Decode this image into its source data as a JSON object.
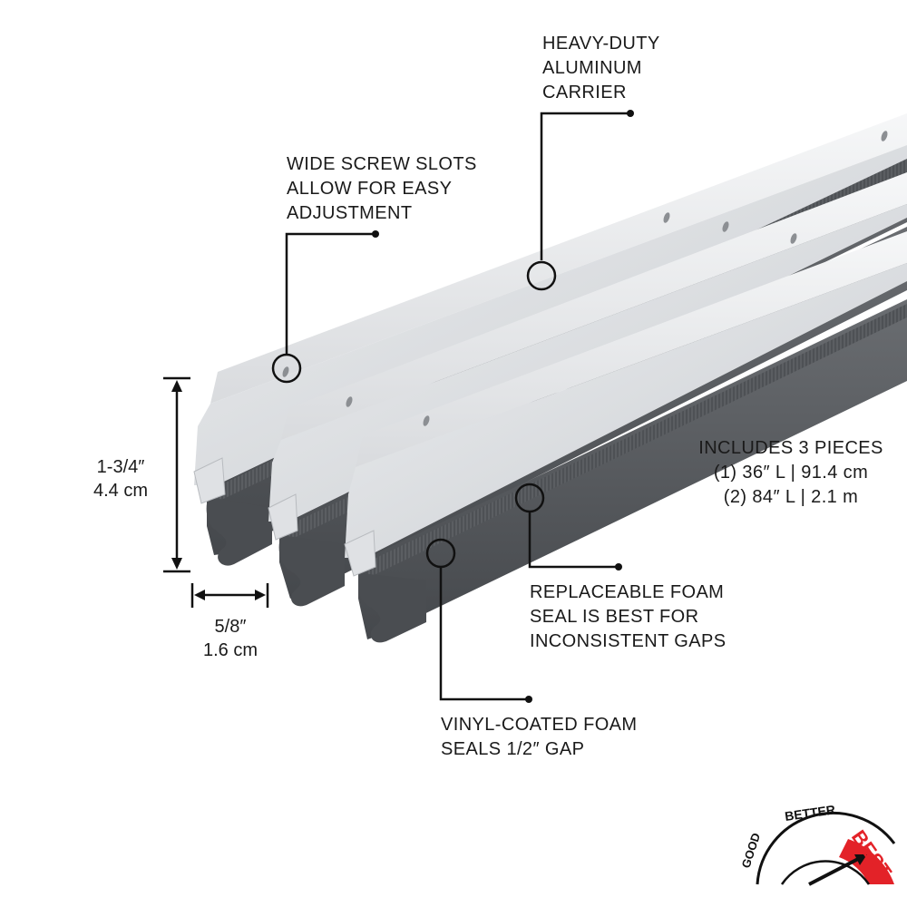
{
  "callouts": {
    "carrier": [
      "HEAVY-DUTY",
      "ALUMINUM",
      "CARRIER"
    ],
    "slots": [
      "WIDE SCREW SLOTS",
      "ALLOW FOR EASY",
      "ADJUSTMENT"
    ],
    "pieces": [
      "INCLUDES 3 PIECES",
      "(1) 36″ L | 91.4 cm",
      "(2) 84″ L | 2.1 m"
    ],
    "replaceable": [
      "REPLACEABLE FOAM",
      "SEAL IS BEST FOR",
      "INCONSISTENT GAPS"
    ],
    "vinyl": [
      "VINYL-COATED FOAM",
      "SEALS 1/2″ GAP"
    ]
  },
  "dimensions": {
    "height": [
      "1-3/4″",
      "4.4 cm"
    ],
    "width": [
      "5/8″",
      "1.6 cm"
    ]
  },
  "gauge": {
    "labels": [
      "GOOD",
      "BETTER",
      "BEST"
    ],
    "level": "BEST",
    "colors": {
      "best": "#e32228",
      "outline": "#111111"
    }
  },
  "colors": {
    "aluminum": "#e9eaec",
    "foam": "#55585c",
    "line": "#111111"
  }
}
